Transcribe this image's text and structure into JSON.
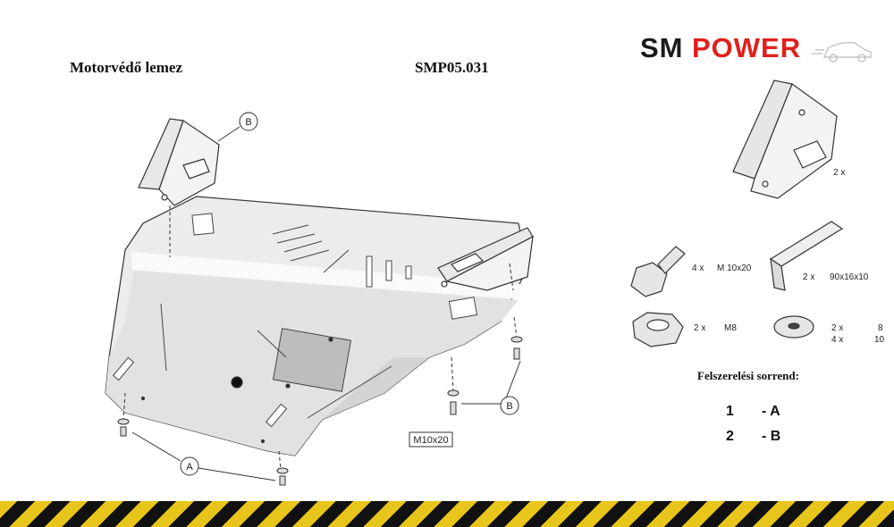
{
  "header": {
    "title": "Motorvédő lemez",
    "code": "SMP05.031"
  },
  "logo": {
    "part1": "SM",
    "part2": "POWER"
  },
  "callouts": {
    "a": "A",
    "b_top": "B",
    "b_right": "B",
    "bolt_label": "M10x20"
  },
  "parts": [
    {
      "qty": "2 x",
      "spec": ""
    },
    {
      "qty": "4 x",
      "spec": "M 10x20"
    },
    {
      "qty": "2 x",
      "spec": "90x16x10"
    },
    {
      "qty": "2 x",
      "spec": "M8"
    },
    {
      "qty": "2 x",
      "spec": "8"
    },
    {
      "qty": "4 x",
      "spec": "10"
    }
  ],
  "sequence": {
    "title": "Felszerelési sorrend:",
    "steps": [
      {
        "num": "1",
        "label": "- A"
      },
      {
        "num": "2",
        "label": "- B"
      }
    ]
  },
  "colors": {
    "logo_red": "#e0201b",
    "hazard_yellow": "#e8c51a",
    "hazard_black": "#111111"
  }
}
